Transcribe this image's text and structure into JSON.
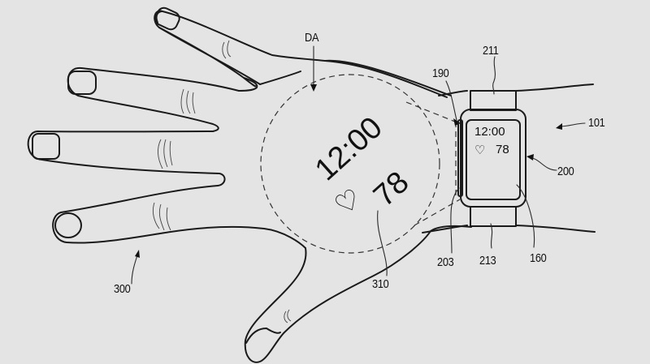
{
  "figure": {
    "type": "patent-drawing",
    "subject": "wearable device projecting display onto back of hand"
  },
  "labels": {
    "display_area": "DA",
    "hand": "300",
    "projected_screen": "310",
    "projector": "190",
    "band_top": "211",
    "band_bottom": "213",
    "side_window": "203",
    "display": "160",
    "watch_body": "200",
    "system": "101"
  },
  "watch_screen": {
    "time": "12:00",
    "heart_icon": "♡",
    "heart_rate": "78"
  },
  "projection": {
    "time": "12:00",
    "heart_icon": "♡",
    "heart_rate": "78"
  },
  "colors": {
    "background": "#e4e4e4",
    "line": "#1a1a1a"
  }
}
